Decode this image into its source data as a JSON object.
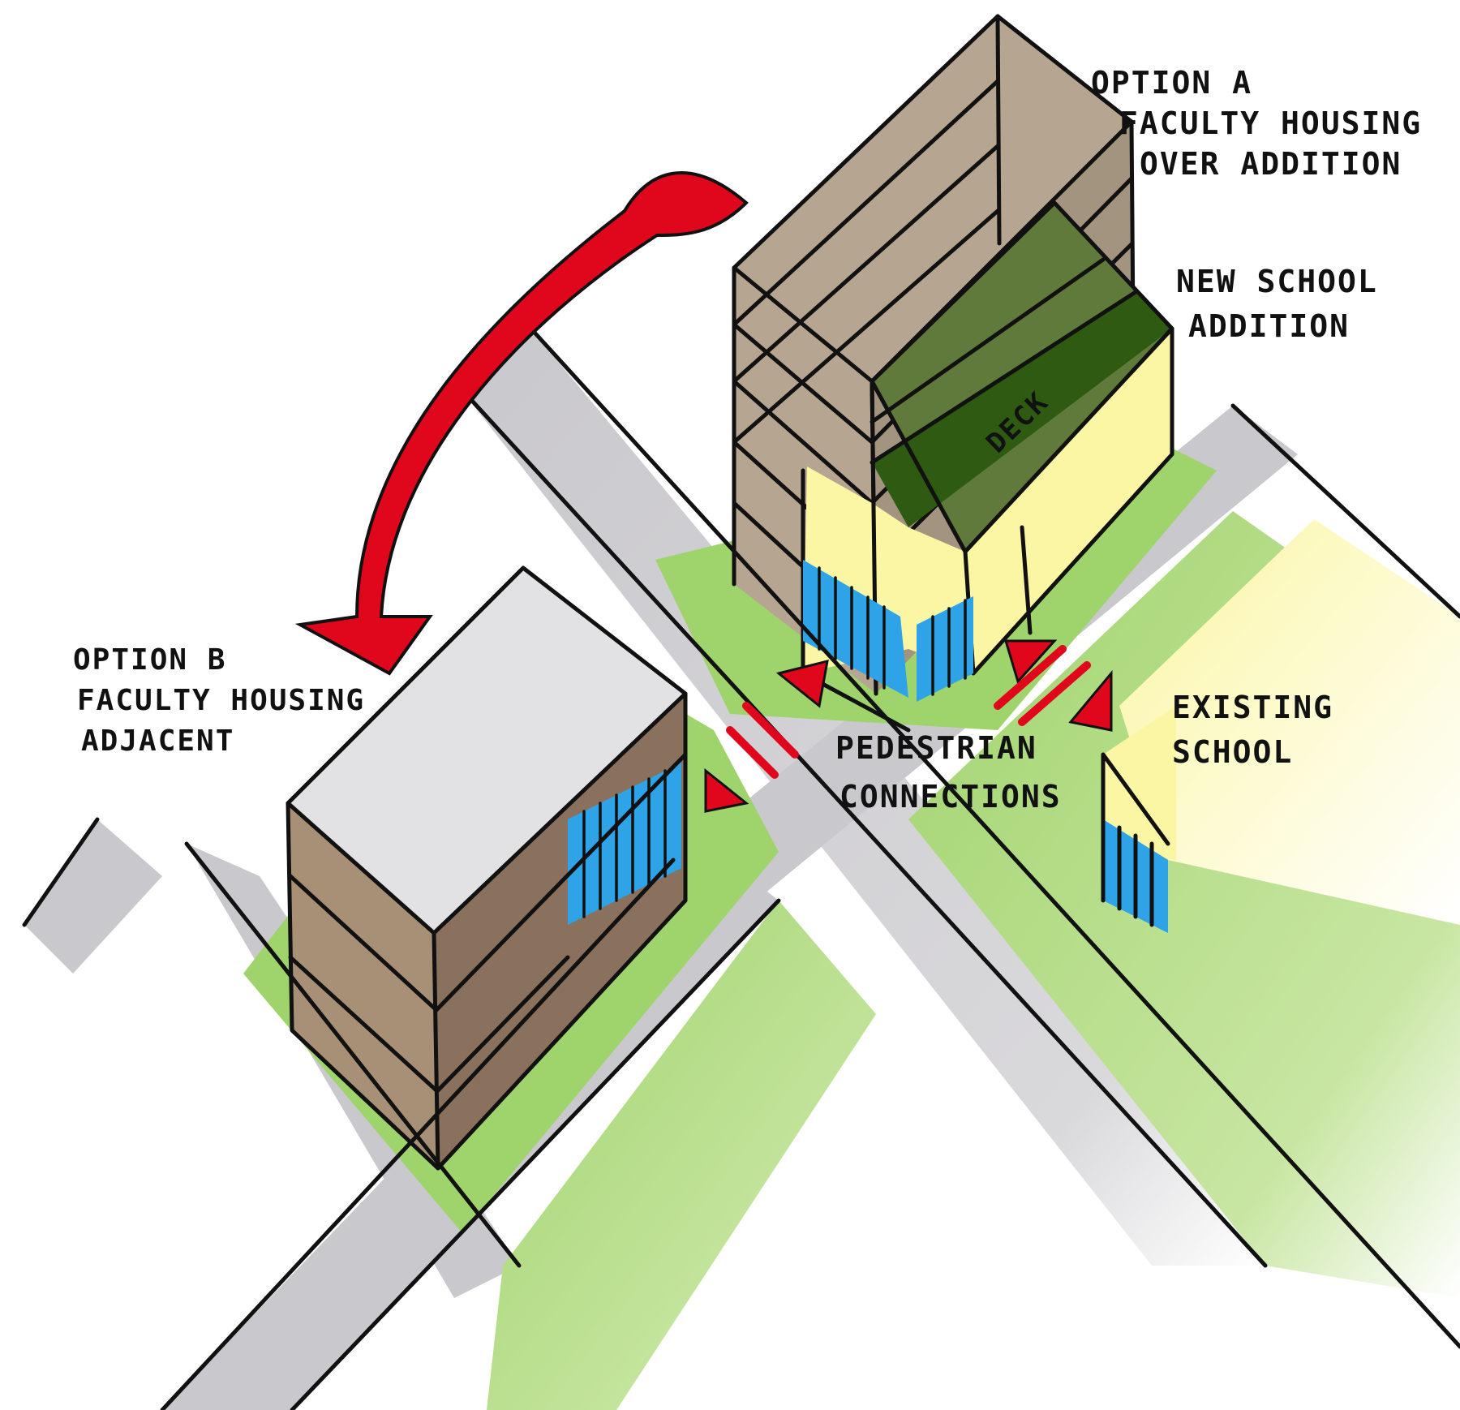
{
  "colors": {
    "street": "#c9c8cc",
    "lawn": "#9fd36c",
    "tower_tan": "#b5a591",
    "school_yellow": "#fbf6a3",
    "deck_green": "#2f5a12",
    "addition_olive": "#7b8c5a",
    "housing_brown": "#8a715d",
    "roof_gray": "#e2e2e4",
    "glass_blue": "#2ea3e8",
    "arrow_red": "#e0061c"
  },
  "labels": {
    "option_a": [
      "OPTION A",
      "FACULTY HOUSING",
      "OVER ADDITION"
    ],
    "new_school": [
      "NEW SCHOOL",
      "ADDITION"
    ],
    "option_b": [
      "OPTION B",
      "FACULTY HOUSING",
      "ADJACENT"
    ],
    "existing_school": [
      "EXISTING",
      "SCHOOL"
    ],
    "pedestrian": [
      "PEDESTRIAN",
      "CONNECTIONS"
    ],
    "deck": "DECK"
  }
}
